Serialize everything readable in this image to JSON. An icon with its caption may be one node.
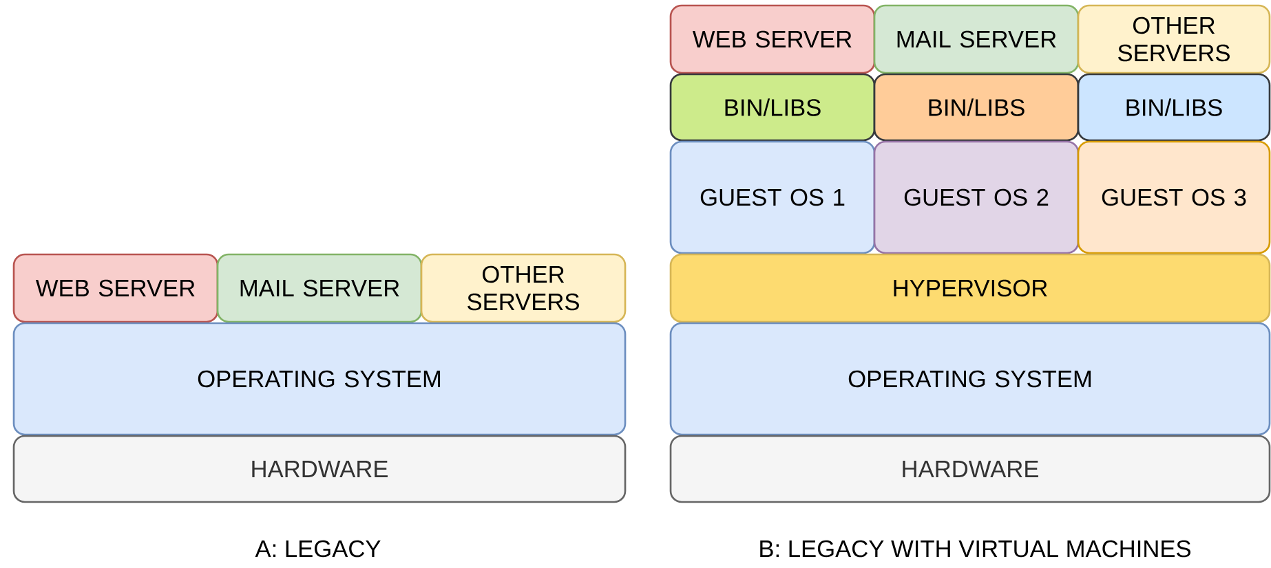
{
  "diagram": {
    "nodes": [
      {
        "text": [
          "WEB SERVER"
        ]
      },
      {
        "text": [
          "MAIL SERVER"
        ]
      },
      {
        "text": [
          "OTHER SERVERS"
        ]
      },
      {
        "text": [
          "OPERATING SYSTEM"
        ]
      },
      {
        "text": [
          "HARDWARE"
        ]
      },
      {
        "text": [
          "WEB SERVER"
        ]
      },
      {
        "text": [
          "MAIL SERVER"
        ]
      },
      {
        "text": [
          "OTHER SERVERS"
        ]
      },
      {
        "text": [
          "BIN/LIBS"
        ]
      },
      {
        "text": [
          "BIN/LIBS"
        ]
      },
      {
        "text": [
          "BIN/LIBS"
        ]
      },
      {
        "text": [
          "GUEST OS 1"
        ]
      },
      {
        "text": [
          "GUEST OS 2"
        ]
      },
      {
        "text": [
          "GUEST OS 3"
        ]
      },
      {
        "text": [
          "HYPERVISOR"
        ]
      },
      {
        "text": [
          "OPERATING SYSTEM"
        ]
      },
      {
        "text": [
          "HARDWARE"
        ]
      }
    ],
    "labels": [
      "A: LEGACY",
      "B: LEGACY WITH VIRTUAL MACHINES"
    ]
  }
}
